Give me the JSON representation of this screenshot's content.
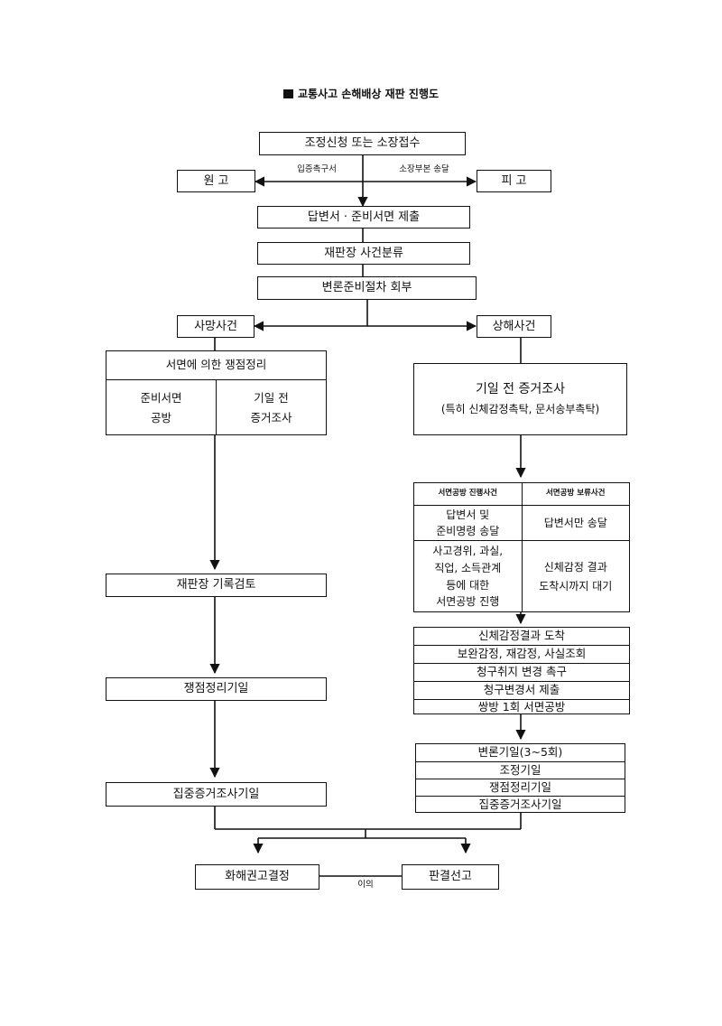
{
  "title": "교통사고 손해배상 재판 진행도",
  "top": {
    "filing": "조정신청 또는 소장접수",
    "plaintiff": "원 고",
    "defendant": "피 고",
    "label_left": "입증촉구서",
    "label_right": "소장부본 송달",
    "answer": "답변서 · 준비서면 제출",
    "classify": "재판장 사건분류",
    "referral": "변론준비절차 회부"
  },
  "left": {
    "header": "사망사건",
    "written_title": "서면에 의한 쟁점정리",
    "cell_1": "준비서면\n공방",
    "cell_2": "기일 전\n증거조사",
    "record_review": "재판장 기록검토",
    "issue_date": "쟁점정리기일",
    "evidence_date": "집중증거조사기일"
  },
  "right": {
    "header": "상해사건",
    "pre_evidence_line1": "기일 전 증거조사",
    "pre_evidence_line2": "(특히 신체감정촉탁, 문서송부촉탁)",
    "table": {
      "col_1": "서면공방 진행사건",
      "col_2": "서면공방 보류사건",
      "row1_left": "답변서 및\n준비명령 송달",
      "row1_right": "답변서만 송달",
      "row2_left": "사고경위, 과실,\n직업, 소득관계\n등에 대한\n서면공방 진행",
      "row2_right": "신체감정 결과\n도착시까지 대기"
    },
    "steps": [
      "신체감정결과 도착",
      "보완감정, 재감정, 사실조회",
      "청구취지 변경 촉구",
      "청구변경서 제출",
      "쌍방 1회 서면공방"
    ],
    "hearings": [
      "변론기일(3~5회)",
      "조정기일",
      "쟁점정리기일",
      "집중증거조사기일"
    ]
  },
  "bottom": {
    "settlement": "화해권고결정",
    "objection": "이의",
    "judgment": "판결선고"
  }
}
